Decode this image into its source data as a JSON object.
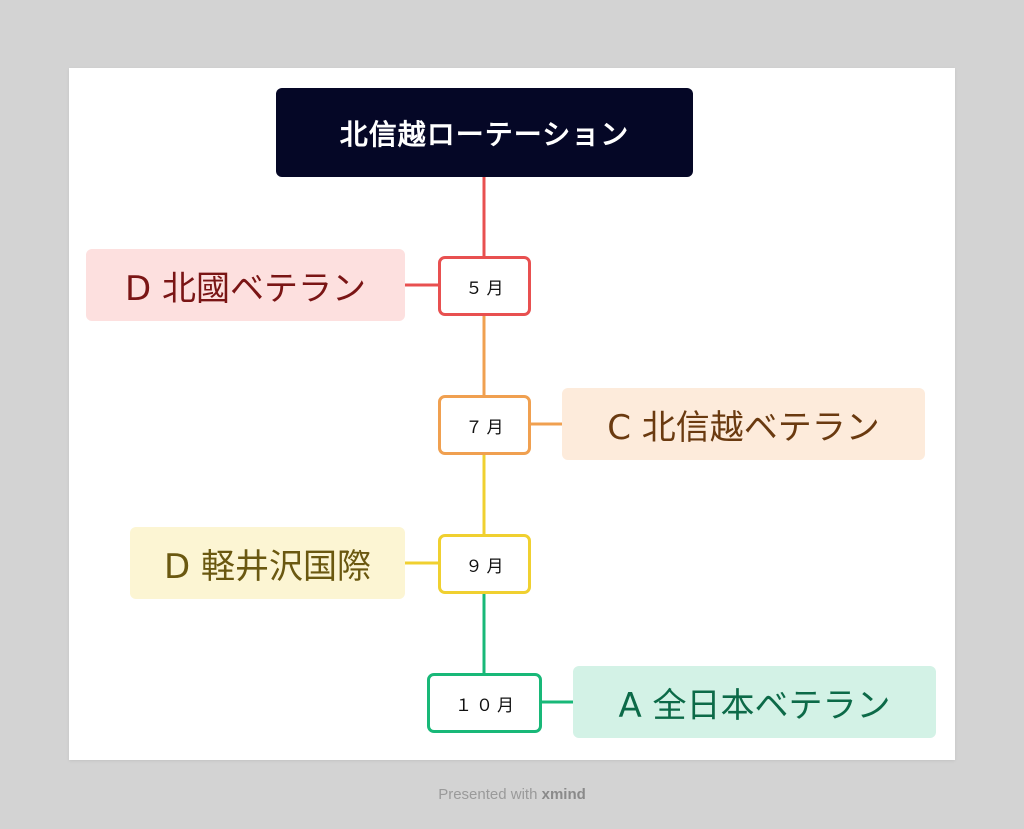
{
  "root": {
    "title": "北信越ローテーション"
  },
  "months": [
    {
      "label": "５月",
      "color": "#e85050"
    },
    {
      "label": "７月",
      "color": "#f0a050"
    },
    {
      "label": "９月",
      "color": "#f0d030"
    },
    {
      "label": "１０月",
      "color": "#18b878"
    }
  ],
  "labels": [
    {
      "text": "D 北國ベテラン",
      "bg": "#fde0df",
      "fg": "#7a1515"
    },
    {
      "text": "C 北信越ベテラン",
      "bg": "#fdebdb",
      "fg": "#6a3a10"
    },
    {
      "text": "D 軽井沢国際",
      "bg": "#fcf5d3",
      "fg": "#6a5810"
    },
    {
      "text": "A 全日本ベテラン",
      "bg": "#d3f2e6",
      "fg": "#0c6a48"
    }
  ],
  "footer": {
    "prefix": "Presented with",
    "brand": "xmind"
  }
}
